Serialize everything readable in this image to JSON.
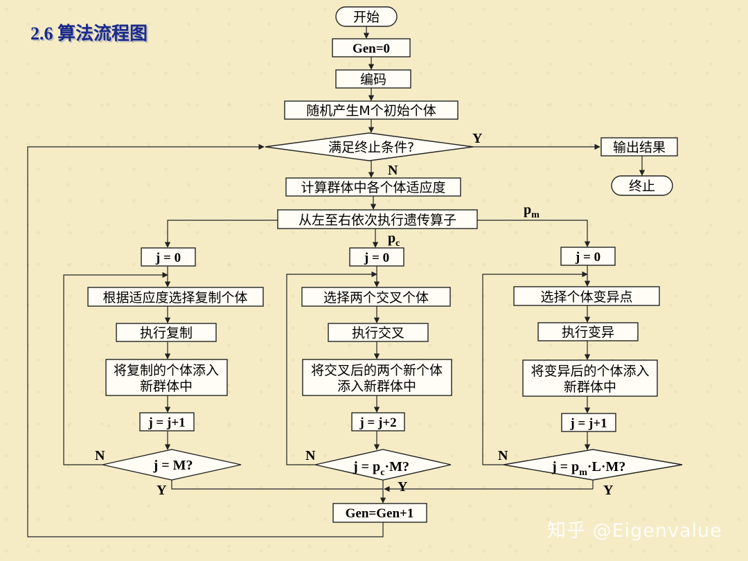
{
  "title": "2.6 算法流程图",
  "nodes": {
    "start": "开始",
    "gen0": "Gen=0",
    "encode": "编码",
    "init": "随机产生M个初始个体",
    "terminate": "满足终止条件?",
    "output": "输出结果",
    "end": "终止",
    "fitness": "计算群体中各个体适应度",
    "operators": "从左至右依次执行遗传算子",
    "j0_a": "j = 0",
    "j0_b": "j = 0",
    "j0_c": "j = 0",
    "select_copy": "根据适应度选择复制个体",
    "select_cross": "选择两个交叉个体",
    "select_mut": "选择个体变异点",
    "do_copy": "执行复制",
    "do_cross": "执行交叉",
    "do_mut": "执行变异",
    "add_copy_1": "将复制的个体添入",
    "add_copy_2": "新群体中",
    "add_cross_1": "将交叉后的两个新个体",
    "add_cross_2": "添入新群体中",
    "add_mut_1": "将变异后的个体添入",
    "add_mut_2": "新群体中",
    "inc_a": "j = j+1",
    "inc_b": "j = j+2",
    "inc_c": "j = j+1",
    "cond_a": "j = M?",
    "cond_b_pre": "j = p",
    "cond_b_sub": "c",
    "cond_b_post": "·M?",
    "cond_c_pre": "j = p",
    "cond_c_sub": "m",
    "cond_c_post": "·L·M?",
    "gen_inc": "Gen=Gen+1"
  },
  "labels": {
    "y_top": "Y",
    "n_top": "N",
    "pc_main": "p",
    "pc_sub": "c",
    "pm_main": "p",
    "pm_sub": "m",
    "n_a": "N",
    "n_b": "N",
    "n_c": "N",
    "y_a": "Y",
    "y_b": "Y",
    "y_c": "Y"
  },
  "watermark": "知乎 @Eigenvalue"
}
